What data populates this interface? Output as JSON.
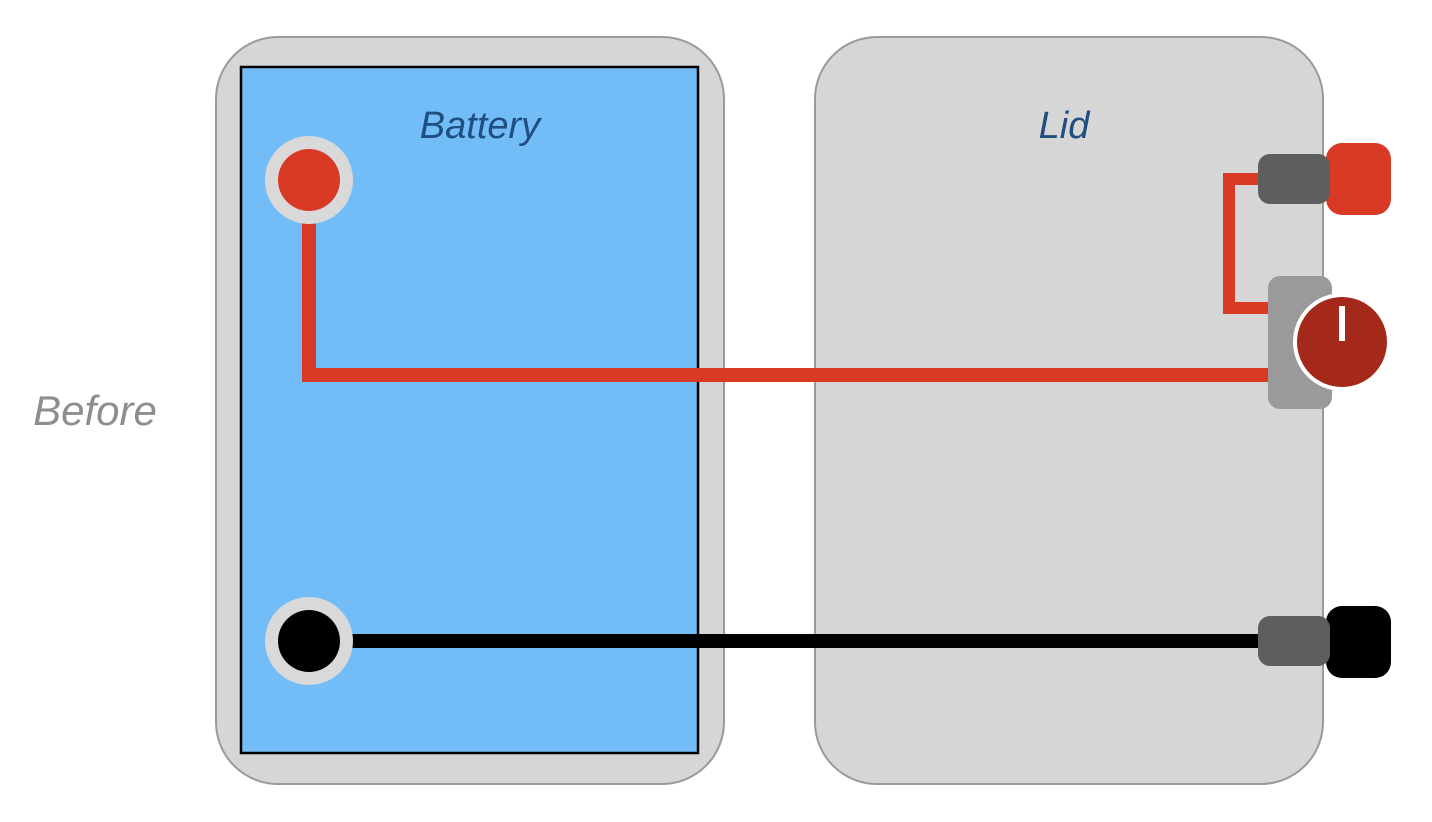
{
  "stage_label": "Before",
  "panels": {
    "battery": {
      "title": "Battery"
    },
    "lid": {
      "title": "Lid"
    }
  },
  "colors": {
    "case_fill": "#d6d6d6",
    "case_stroke": "#9a9a9a",
    "battery_fill": "#72bdf7",
    "title_text": "#1f4e80",
    "stage_text": "#8e8e8e",
    "positive_wire": "#d83a26",
    "negative_wire": "#000000",
    "terminal_ring": "#d9d9d9",
    "connector_body": "#5e5e5e",
    "switch_housing": "#9a9a9a",
    "switch_knob": "#a4291a"
  },
  "components": {
    "positive_terminal": "red-terminal-icon",
    "negative_terminal": "black-terminal-icon",
    "positive_output": "red-connector-icon",
    "negative_output": "black-connector-icon",
    "switch": "power-switch-icon"
  }
}
